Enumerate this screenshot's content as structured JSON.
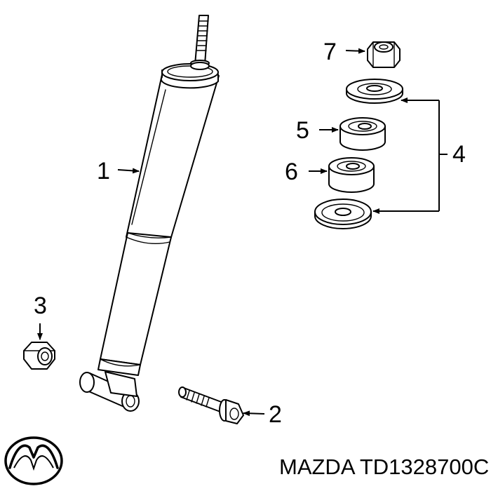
{
  "colors": {
    "line": "#000000",
    "background": "#ffffff",
    "shade": "#e6e6e6"
  },
  "callouts": {
    "shock_absorber": "1",
    "bolt": "2",
    "lower_nut": "3",
    "mount_kit": "4",
    "upper_bushing": "5",
    "lower_bushing": "6",
    "top_nut": "7"
  },
  "caption": {
    "brand": "MAZDA",
    "part_number": "TD1328700C"
  },
  "logo": {
    "icon": "mazda-logo-icon"
  }
}
